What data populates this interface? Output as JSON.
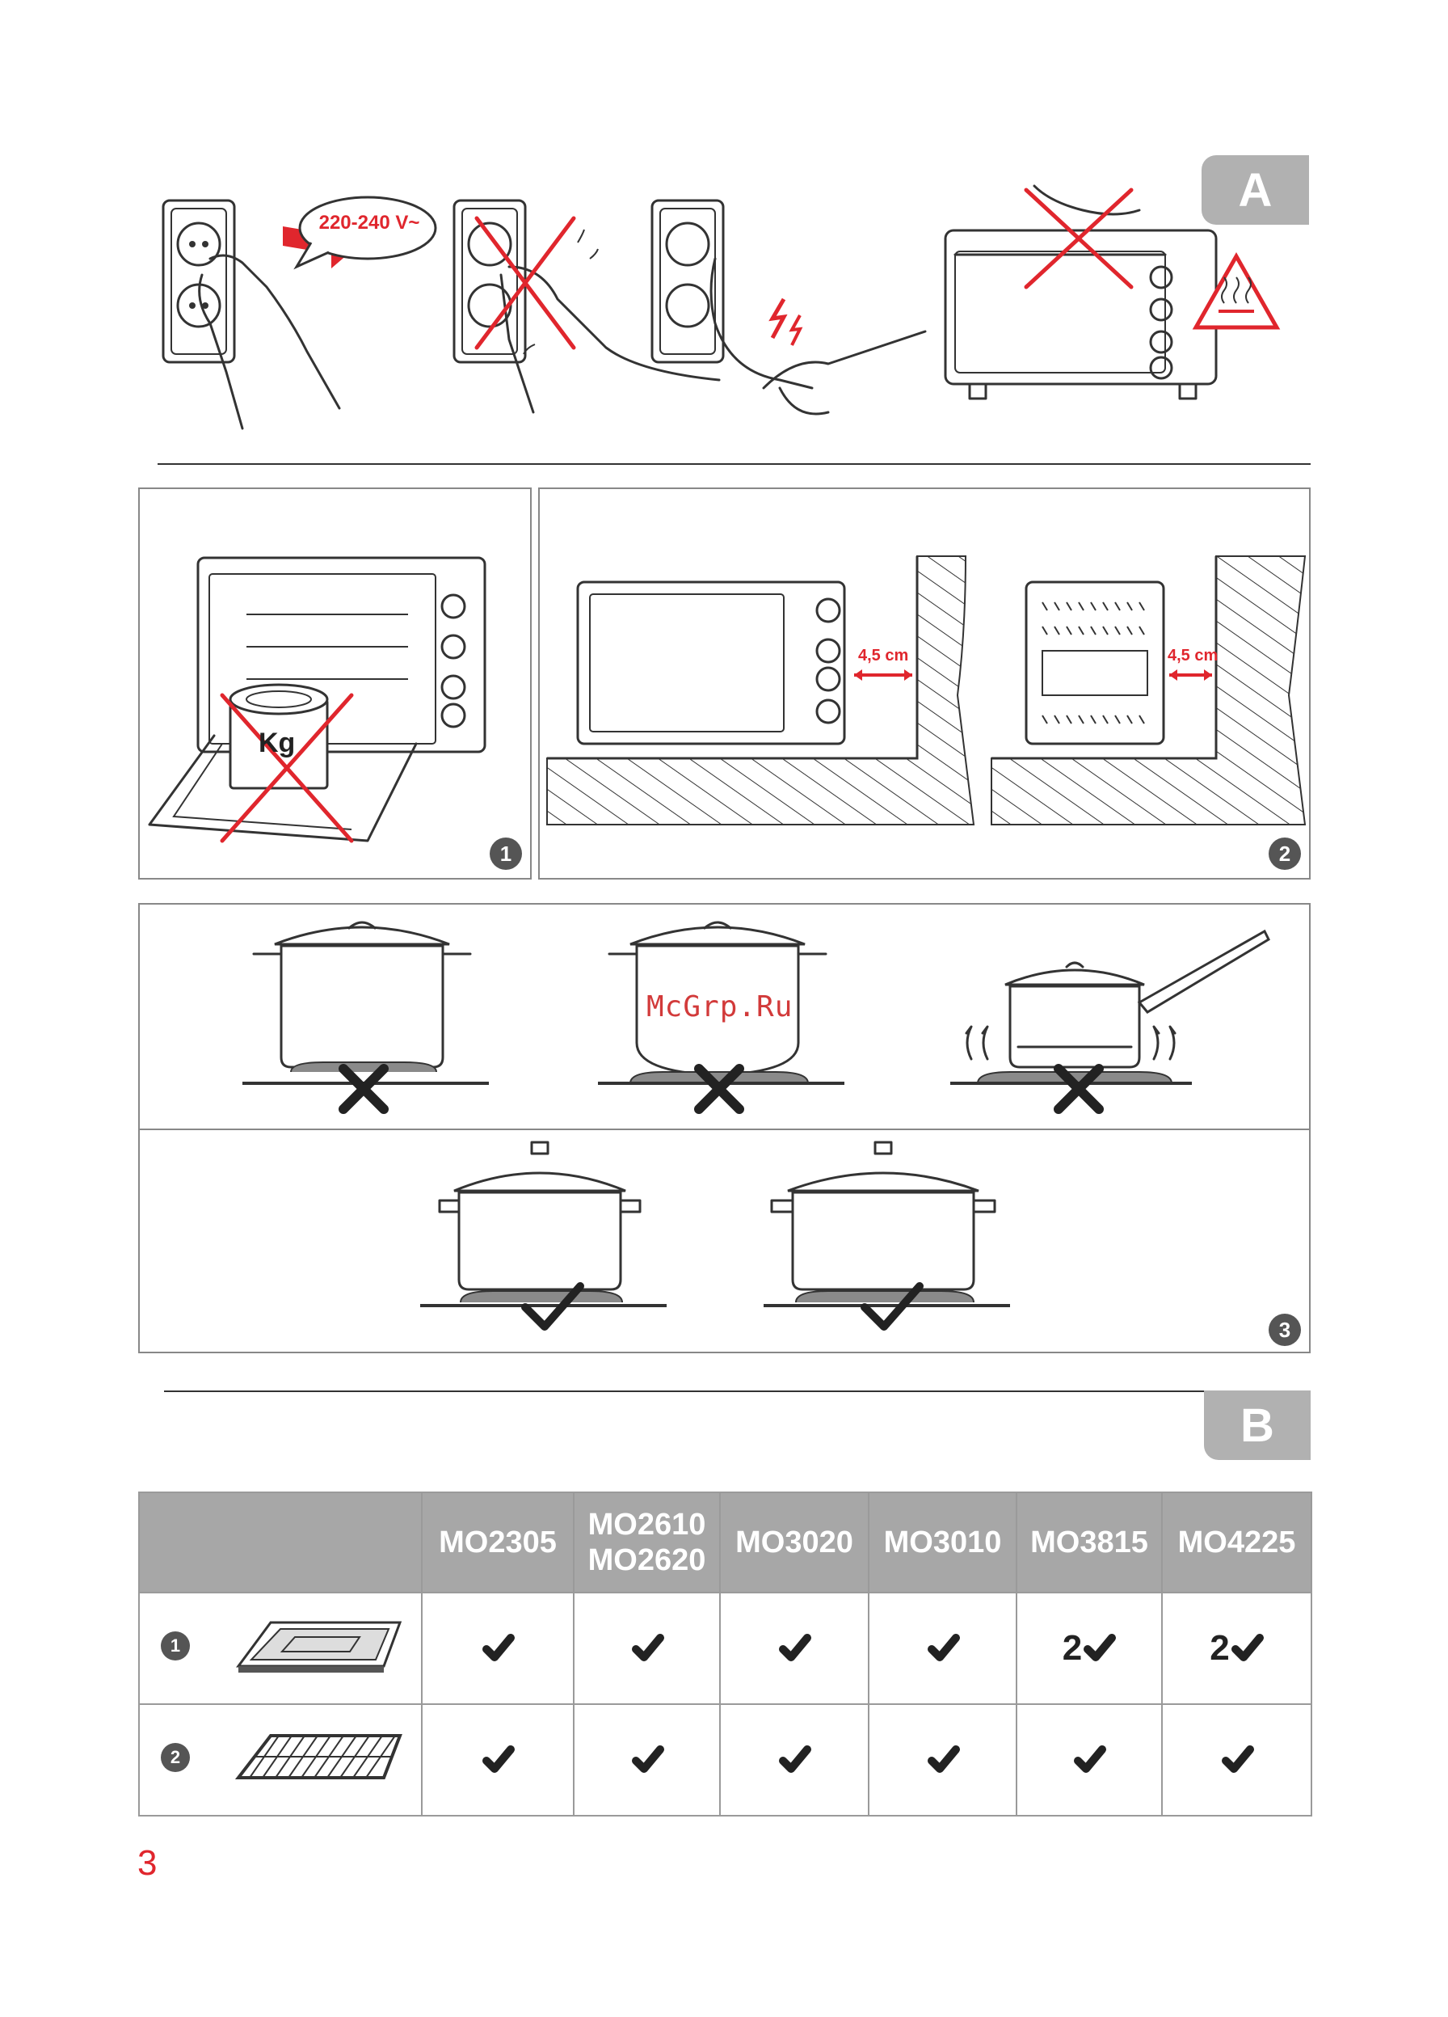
{
  "section_a": {
    "tab_label": "A",
    "voltage": "220-240 V~"
  },
  "panel1": {
    "badge": "1",
    "weight_label": "Kg"
  },
  "panel2": {
    "badge": "2",
    "distance_front": "4,5 cm",
    "distance_side": "4,5 cm"
  },
  "panel3": {
    "badge": "3",
    "watermark": "McGrp.Ru"
  },
  "section_b": {
    "tab_label": "B",
    "models": [
      {
        "line1": "MO2305",
        "line2": ""
      },
      {
        "line1": "MO2610",
        "line2": "MO2620"
      },
      {
        "line1": "MO3020",
        "line2": ""
      },
      {
        "line1": "MO3010",
        "line2": ""
      },
      {
        "line1": "MO3815",
        "line2": ""
      },
      {
        "line1": "MO4225",
        "line2": ""
      }
    ],
    "rows": [
      {
        "badge": "1",
        "accessory_icon": "baking-tray-icon",
        "counts": [
          "",
          "",
          "",
          "",
          "2",
          "2"
        ]
      },
      {
        "badge": "2",
        "accessory_icon": "wire-rack-icon",
        "counts": [
          "",
          "",
          "",
          "",
          "",
          ""
        ]
      }
    ]
  },
  "page_number": "3",
  "colors": {
    "accent_red": "#e0262d",
    "tab_gray": "#b1b1b1",
    "header_gray": "#a7a7a7"
  }
}
